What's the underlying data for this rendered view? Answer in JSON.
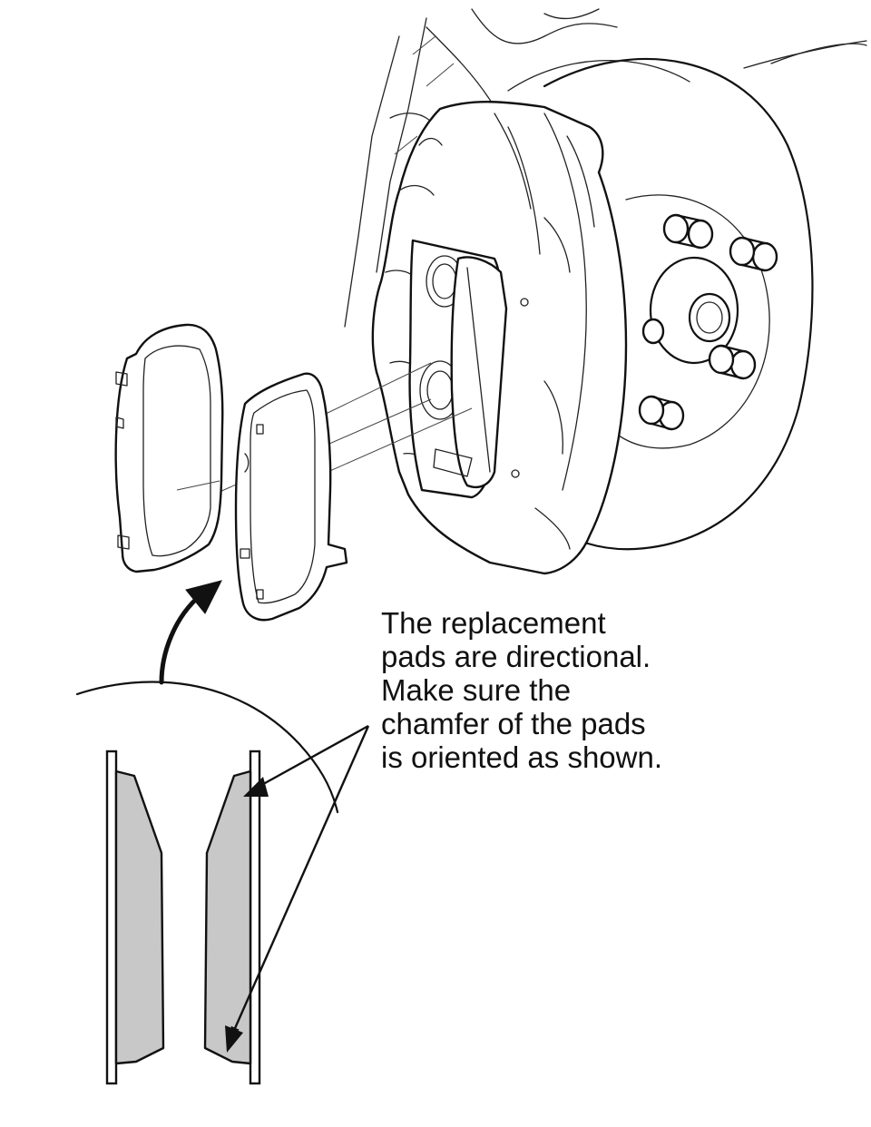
{
  "note": {
    "lines": [
      "The replacement",
      "pads are directional.",
      "Make sure the",
      "chamfer of the pads",
      "is oriented as shown."
    ]
  },
  "colors": {
    "line": "#111111",
    "friction_material": "#c8c8c8",
    "background": "#ffffff"
  },
  "icons": {
    "rotation_arrow": "curved-arrow",
    "callout_arrows": "pointer-arrow"
  }
}
